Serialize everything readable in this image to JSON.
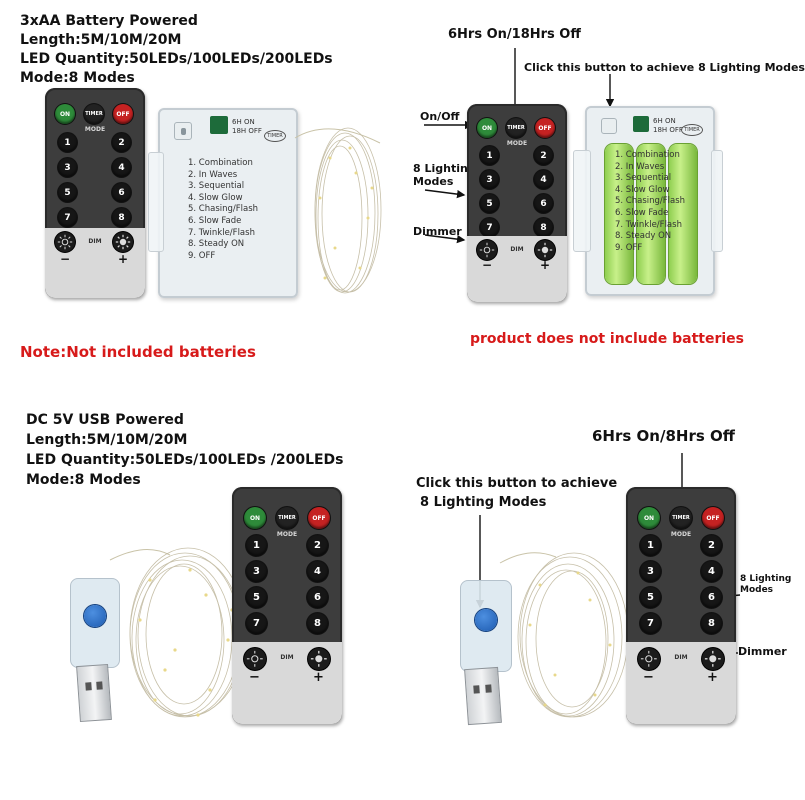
{
  "top_left": {
    "specs": [
      "3xAA Battery Powered",
      "Length:5M/10M/20M",
      "LED Quantity:50LEDs/100LEDs/200LEDs",
      "Mode:8 Modes"
    ],
    "note": "Note:Not included batteries"
  },
  "top_right": {
    "timer_callout": "6Hrs On/18Hrs Off",
    "button_callout": "Click this button to achieve 8 Lighting Modes",
    "onoff_callout": "On/Off",
    "modes_callout": "8 Lighting\nModes",
    "dimmer_callout": "Dimmer",
    "note": "product does not include batteries"
  },
  "bottom_left": {
    "specs": [
      "DC 5V USB Powered",
      "Length:5M/10M/20M",
      "LED Quantity:50LEDs/100LEDs /200LEDs",
      "Mode:8 Modes"
    ]
  },
  "bottom_right": {
    "timer_callout": "6Hrs On/8Hrs Off",
    "button_callout_1": "Click this button to achieve",
    "button_callout_2": "8 Lighting Modes",
    "modes_callout": "8 Lighting\nModes",
    "dimmer_callout": "Dimmer"
  },
  "remote": {
    "on": "ON",
    "timer": "TIMER",
    "off": "OFF",
    "mode": "MODE",
    "dim": "DIM",
    "minus": "−",
    "plus": "+",
    "numbers": [
      "1",
      "2",
      "3",
      "4",
      "5",
      "6",
      "7",
      "8"
    ]
  },
  "battery_box": {
    "switch_labels": [
      "6H ON",
      "18H OFF"
    ],
    "timer_tag": "TIMER",
    "modes": [
      "1. Combination",
      "2. In Waves",
      "3. Sequential",
      "4. Slow Glow",
      "5. Chasing/Flash",
      "6. Slow Fade",
      "7. Twinkle/Flash",
      "8. Steady ON",
      "9. OFF"
    ]
  },
  "colors": {
    "note_red": "#d71a1a",
    "on_green": "#2e8b3a",
    "off_red": "#c52222",
    "battery_green": "#a9e26a",
    "usb_blue": "#2b6fc8"
  }
}
